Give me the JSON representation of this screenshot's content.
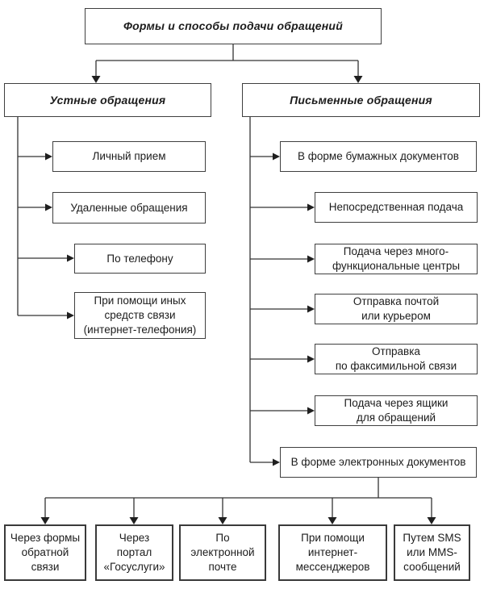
{
  "diagram": {
    "kind": "flowchart",
    "language": "ru"
  },
  "nodes": {
    "title": "Формы и способы подачи обращений",
    "oral": "Устные обращения",
    "written": "Письменные обращения",
    "oral_children": [
      "Личный прием",
      "Удаленные обращения",
      "По телефону",
      "При помощи иных\nсредств связи\n(интернет-телефония)"
    ],
    "paper": "В форме бумажных документов",
    "paper_children": [
      "Непосредственная подача",
      "Подача через много-\nфункциональные центры",
      "Отправка почтой\nили курьером",
      "Отправка\nпо факсимильной связи",
      "Подача через ящики\nдля обращений"
    ],
    "electronic": "В форме электронных документов",
    "electronic_children": [
      "Через формы\nобратной\nсвязи",
      "Через\nпортал\n«Госуслуги»",
      "По электронной\nпочте",
      "При помощи\nинтернет-\nмессенджеров",
      "Путем SMS\nили MMS-\nсообщений"
    ]
  },
  "colors": {
    "box_border": "#3f3f3f",
    "connector": "#333333",
    "text": "#1c1c1c",
    "background": "#ffffff"
  }
}
